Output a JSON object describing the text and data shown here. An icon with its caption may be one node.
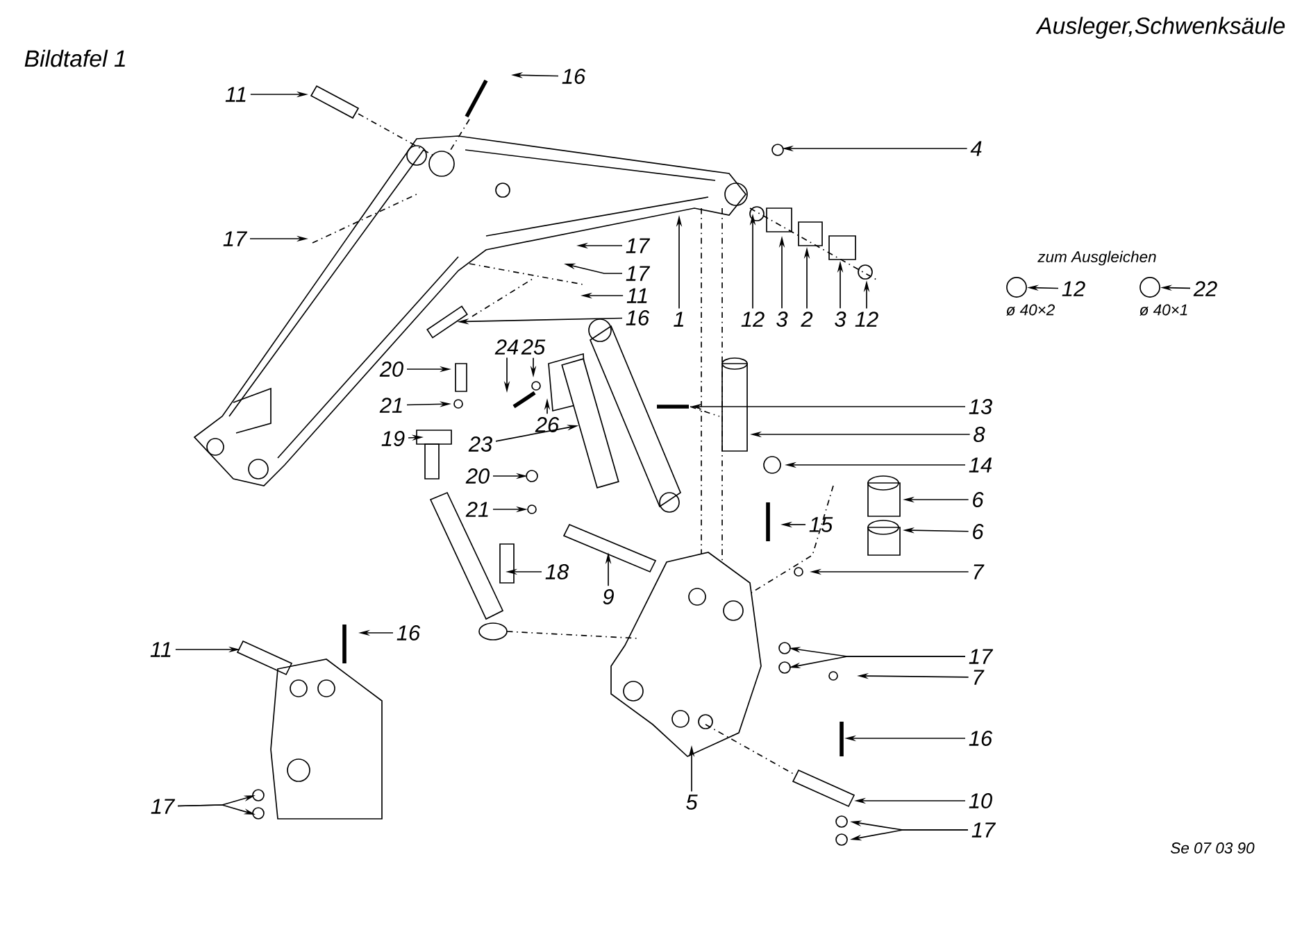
{
  "diagram": {
    "title": "Ausleger,Schwenksäule",
    "nodes": [
      {
        "text": [
          "11"
        ]
      },
      {
        "text": [
          "16"
        ]
      },
      {
        "text": [
          "4"
        ]
      },
      {
        "text": [
          "17"
        ]
      },
      {
        "text": [
          "17"
        ]
      },
      {
        "text": [
          "17"
        ]
      },
      {
        "text": [
          "11"
        ]
      },
      {
        "text": [
          "16"
        ]
      },
      {
        "text": [
          "1"
        ]
      },
      {
        "text": [
          "12"
        ]
      },
      {
        "text": [
          "3"
        ]
      },
      {
        "text": [
          "2"
        ]
      },
      {
        "text": [
          "3"
        ]
      },
      {
        "text": [
          "12"
        ]
      },
      {
        "text": [
          "12"
        ]
      },
      {
        "text": [
          "22"
        ]
      },
      {
        "text": [
          "24"
        ]
      },
      {
        "text": [
          "25"
        ]
      },
      {
        "text": [
          "20"
        ]
      },
      {
        "text": [
          "21"
        ]
      },
      {
        "text": [
          "19"
        ]
      },
      {
        "text": [
          "23"
        ]
      },
      {
        "text": [
          "26"
        ]
      },
      {
        "text": [
          "13"
        ]
      },
      {
        "text": [
          "8"
        ]
      },
      {
        "text": [
          "14"
        ]
      },
      {
        "text": [
          "20"
        ]
      },
      {
        "text": [
          "6"
        ]
      },
      {
        "text": [
          "21"
        ]
      },
      {
        "text": [
          "15"
        ]
      },
      {
        "text": [
          "6"
        ]
      },
      {
        "text": [
          "18"
        ]
      },
      {
        "text": [
          "7"
        ]
      },
      {
        "text": [
          "9"
        ]
      },
      {
        "text": [
          "16"
        ]
      },
      {
        "text": [
          "11"
        ]
      },
      {
        "text": [
          "17"
        ]
      },
      {
        "text": [
          "7"
        ]
      },
      {
        "text": [
          "16"
        ]
      },
      {
        "text": [
          "5"
        ]
      },
      {
        "text": [
          "10"
        ]
      },
      {
        "text": [
          "17"
        ]
      },
      {
        "text": [
          "17"
        ]
      },
      {
        "text": [],
        "shape": "circle",
        "beside": [
          "ø 40×2"
        ]
      },
      {
        "text": [],
        "shape": "circle",
        "beside": [
          "ø 40×1"
        ]
      },
      {
        "text": [],
        "shape": "picture"
      },
      {
        "text": [],
        "shape": "picture"
      }
    ],
    "edges": [
      {
        "from": 0,
        "to": null,
        "arrow": "to"
      },
      {
        "from": 1,
        "to": null,
        "arrow": "to"
      },
      {
        "from": 2,
        "to": null,
        "arrow": "to"
      },
      {
        "from": 3,
        "to": null,
        "arrow": "to"
      },
      {
        "from": 4,
        "to": null,
        "arrow": "to"
      },
      {
        "from": 5,
        "to": null,
        "arrow": "to"
      },
      {
        "from": 6,
        "to": null,
        "arrow": "to"
      },
      {
        "from": 7,
        "to": 45,
        "arrow": "to"
      },
      {
        "from": 8,
        "to": null,
        "arrow": "to"
      },
      {
        "from": 9,
        "to": null,
        "arrow": "to"
      },
      {
        "from": 10,
        "to": null,
        "arrow": "to"
      },
      {
        "from": 11,
        "to": null,
        "arrow": "to"
      },
      {
        "from": 12,
        "to": null,
        "arrow": "to"
      },
      {
        "from": 13,
        "to": null,
        "arrow": "to"
      },
      {
        "from": 14,
        "to": 43,
        "arrow": "to"
      },
      {
        "from": 15,
        "to": 44,
        "arrow": "to"
      },
      {
        "from": 16,
        "to": null,
        "arrow": "to"
      },
      {
        "from": 17,
        "to": null,
        "arrow": "to"
      },
      {
        "from": 18,
        "to": null,
        "arrow": "to"
      },
      {
        "from": 19,
        "to": null,
        "arrow": "to"
      },
      {
        "from": 20,
        "to": null,
        "arrow": "to"
      },
      {
        "from": 21,
        "to": 46,
        "arrow": "to"
      },
      {
        "from": 22,
        "to": null,
        "arrow": "to"
      },
      {
        "from": 23,
        "to": null,
        "arrow": "to"
      },
      {
        "from": 24,
        "to": null,
        "arrow": "to"
      },
      {
        "from": 25,
        "to": null,
        "arrow": "to"
      },
      {
        "from": 26,
        "to": null,
        "arrow": "to"
      },
      {
        "from": 27,
        "to": null,
        "arrow": "to"
      },
      {
        "from": 28,
        "to": null,
        "arrow": "to"
      },
      {
        "from": 29,
        "to": null,
        "arrow": "to"
      },
      {
        "from": 30,
        "to": null,
        "arrow": "to"
      },
      {
        "from": 31,
        "to": null,
        "arrow": "to"
      },
      {
        "from": 32,
        "to": null,
        "arrow": "to"
      },
      {
        "from": 33,
        "to": null,
        "arrow": "to"
      },
      {
        "from": 34,
        "to": null,
        "arrow": "to"
      },
      {
        "from": 35,
        "to": null,
        "arrow": "to"
      },
      {
        "from": 36,
        "to": null,
        "arrow": "to"
      },
      {
        "from": 36,
        "to": null,
        "arrow": "to"
      },
      {
        "from": 37,
        "to": null,
        "arrow": "to"
      },
      {
        "from": 38,
        "to": null,
        "arrow": "to"
      },
      {
        "from": 39,
        "to": null,
        "arrow": "to"
      },
      {
        "from": 40,
        "to": null,
        "arrow": "to"
      },
      {
        "from": 41,
        "to": null,
        "arrow": "to"
      },
      {
        "from": 41,
        "to": null,
        "arrow": "to"
      },
      {
        "from": 42,
        "to": null,
        "arrow": "to"
      },
      {
        "from": 42,
        "to": null,
        "arrow": "to"
      }
    ],
    "labels": [
      "Bildtafel 1",
      "zum Ausgleichen",
      "Se 07 03 90"
    ]
  }
}
